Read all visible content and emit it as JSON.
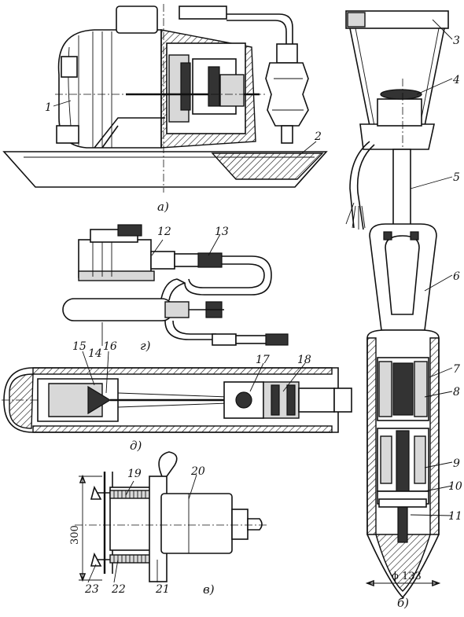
{
  "figure": {
    "panel_labels": {
      "a": "а)",
      "b": "б)",
      "v": "в)",
      "g": "г)",
      "d": "д)"
    },
    "callouts": [
      "1",
      "2",
      "3",
      "4",
      "5",
      "6",
      "7",
      "8",
      "9",
      "10",
      "11",
      "12",
      "13",
      "14",
      "15",
      "16",
      "17",
      "18",
      "19",
      "20",
      "21",
      "22",
      "23"
    ],
    "dimensions": {
      "height_300": "300",
      "diameter_133": "ϕ 133"
    }
  }
}
